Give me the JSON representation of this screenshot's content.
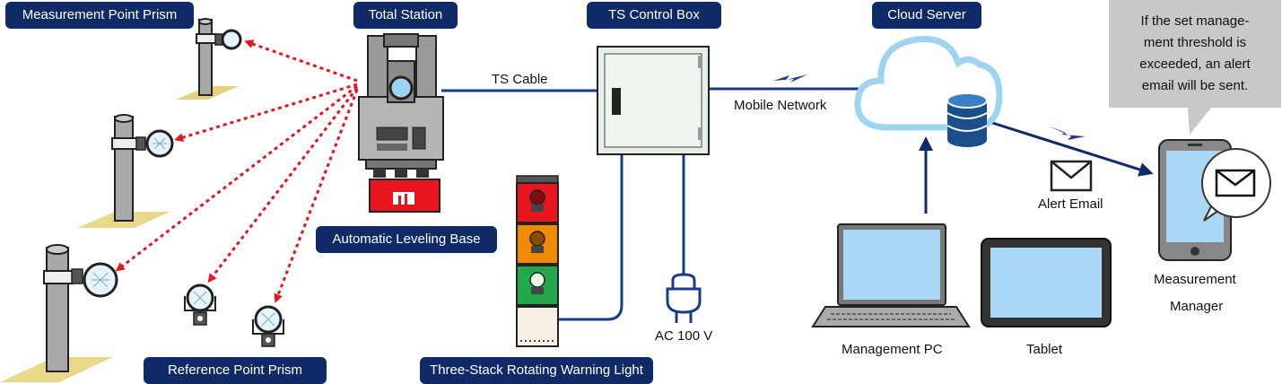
{
  "labels": {
    "measurement_point_prism": "Measurement Point Prism",
    "total_station": "Total Station",
    "ts_control_box": "TS Control Box",
    "cloud_server": "Cloud Server",
    "ts_cable": "TS Cable",
    "mobile_network": "Mobile Network",
    "automatic_leveling_base": "Automatic Leveling Base",
    "three_stack_light": "Three-Stack Rotating Warning Light",
    "reference_point_prism": "Reference Point Prism",
    "ac_100v": "AC 100 V",
    "alert_email": "Alert Email",
    "management_pc": "Management PC",
    "tablet": "Tablet",
    "measurement_manager_line1": "Measurement",
    "measurement_manager_line2": "Manager"
  },
  "callout": {
    "line1": "If the set manage-",
    "line2": "ment threshold is",
    "line3": "exceeded, an alert",
    "line4": "email will be sent."
  },
  "colors": {
    "navy": "#0f2a66",
    "line": "#1a3a8c",
    "laser": "#e8141e",
    "cloud": "#9fd4f0",
    "pad": "#e8d98a",
    "screen": "#a9d7f5"
  },
  "icons": [
    "prism-icon",
    "total-station-icon",
    "control-box-icon",
    "cloud-icon",
    "database-icon",
    "warning-light-icon",
    "plug-icon",
    "laptop-icon",
    "tablet-icon",
    "smartphone-icon",
    "envelope-icon",
    "lightning-icon"
  ]
}
